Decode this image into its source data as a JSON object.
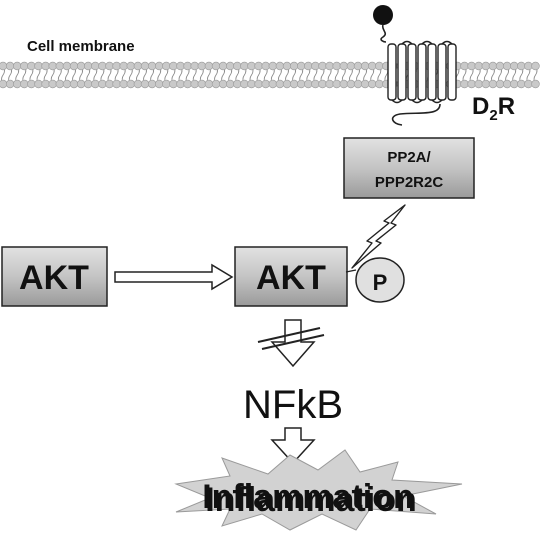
{
  "labels": {
    "membrane": "Cell membrane",
    "receptor": "D",
    "receptor_sub": "2",
    "receptor_tail": "R",
    "pp2a_line1": "PP2A/",
    "pp2a_line2": "PPP2R2C",
    "akt_left": "AKT",
    "akt_right": "AKT",
    "phospho": "P",
    "nfkb": "NFkB",
    "inflammation": "Inflammation"
  },
  "colors": {
    "box_fill": "#bdbdbd",
    "box_edge": "#2a2a2a",
    "membrane_head": "#c9c9c9",
    "ligand": "#111111",
    "burst": "#d2d2d2"
  }
}
